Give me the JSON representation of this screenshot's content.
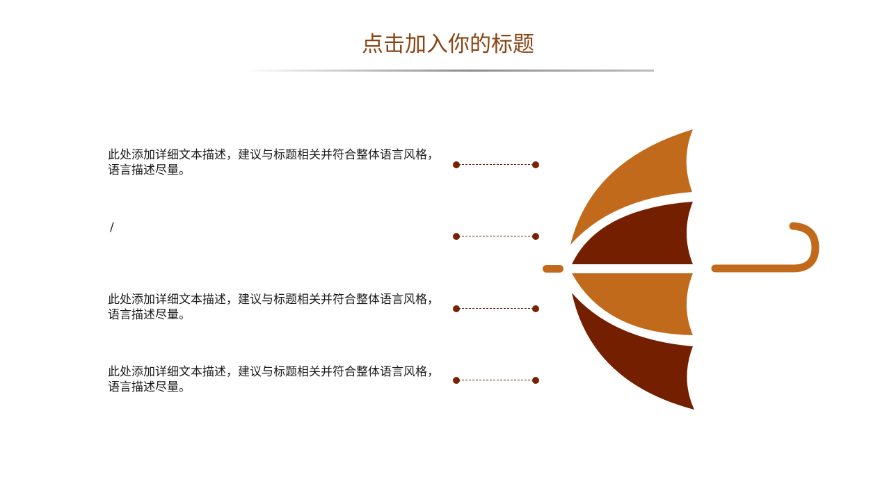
{
  "slide": {
    "title": "点击加入你的标题",
    "items": [
      {
        "text": "此处添加详细文本描述，建议与标题相关并符合整体语言风格，语言描述尽量。"
      },
      {
        "text": "/"
      },
      {
        "text": "此处添加详细文本描述，建议与标题相关并符合整体语言风格，语言描述尽量。"
      },
      {
        "text": "此处添加详细文本描述，建议与标题相关并符合整体语言风格，语言描述尽量。"
      }
    ]
  },
  "colors": {
    "title": "#8a4514",
    "accent_light": "#c26a1c",
    "accent_dark": "#742000",
    "dot": "#7a2005"
  },
  "graphic": {
    "icon": "umbrella-icon"
  }
}
